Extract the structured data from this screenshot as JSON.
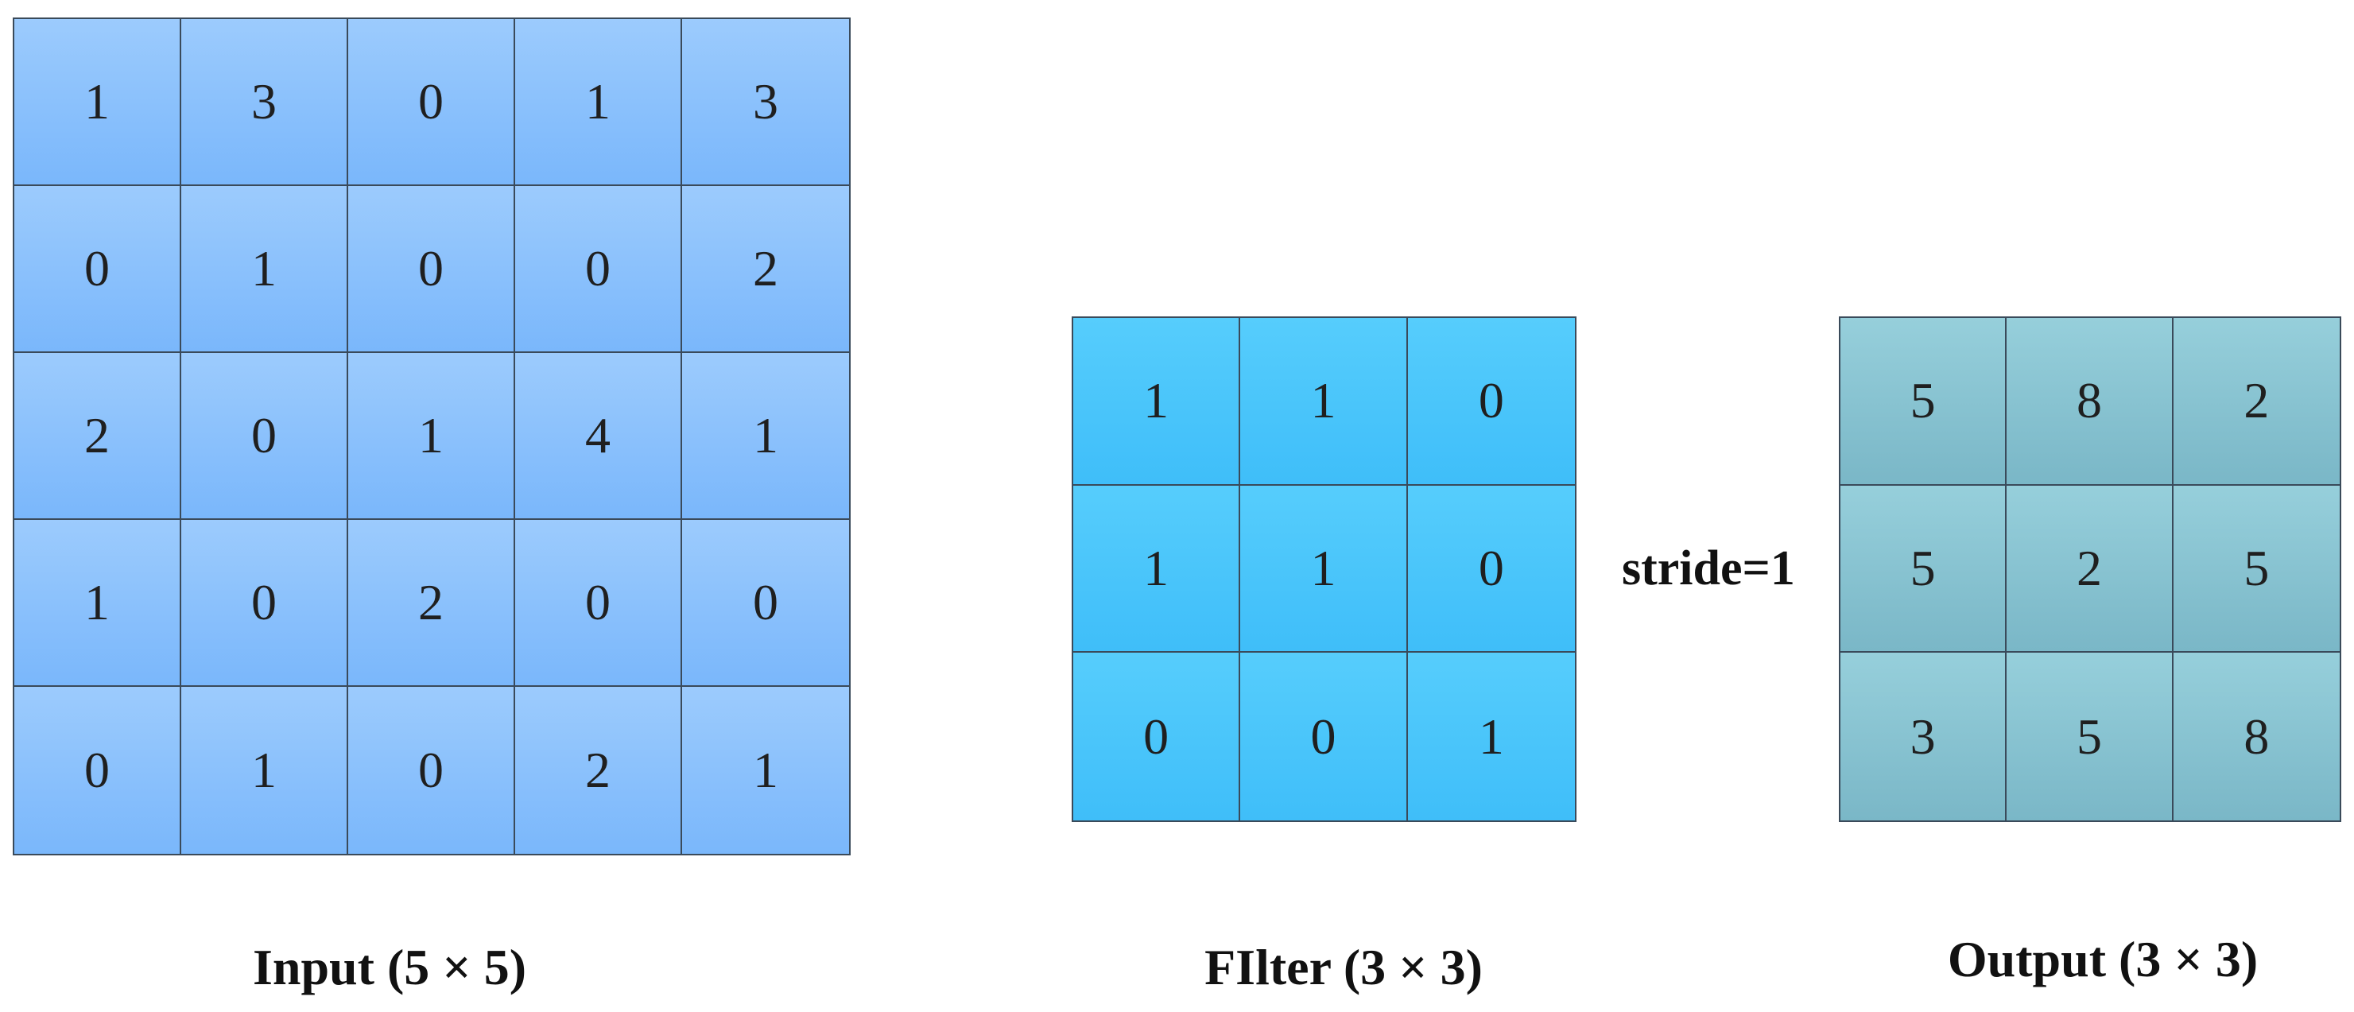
{
  "input": {
    "caption": "Input (5 × 5)",
    "values": [
      [
        1,
        3,
        0,
        1,
        3
      ],
      [
        0,
        1,
        0,
        0,
        2
      ],
      [
        2,
        0,
        1,
        4,
        1
      ],
      [
        1,
        0,
        2,
        0,
        0
      ],
      [
        0,
        1,
        0,
        2,
        1
      ]
    ],
    "color": "#8ec3fc"
  },
  "filter": {
    "caption": "FIlter (3 × 3)",
    "values": [
      [
        1,
        1,
        0
      ],
      [
        1,
        1,
        0
      ],
      [
        0,
        0,
        1
      ]
    ],
    "color": "#4cc6fb"
  },
  "output": {
    "caption": "Output (3 × 3)",
    "values": [
      [
        5,
        8,
        2
      ],
      [
        5,
        2,
        5
      ],
      [
        3,
        5,
        8
      ]
    ],
    "color": "#88c4d2"
  },
  "stride_label": "stride=1"
}
